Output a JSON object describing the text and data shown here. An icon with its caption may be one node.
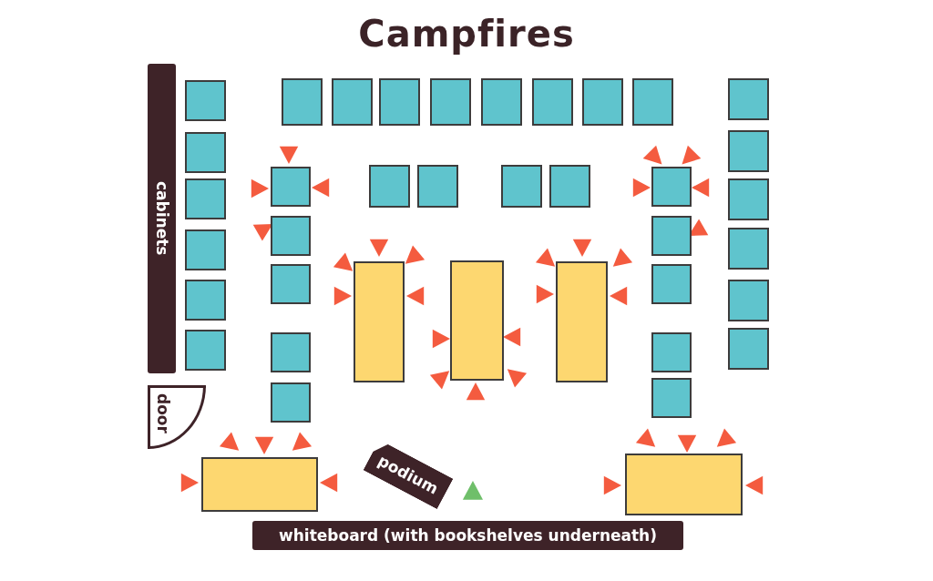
{
  "diagram": {
    "title": "Campfires",
    "nodes": [
      {
        "text": [
          "cabinets"
        ]
      },
      {
        "text": [
          "door"
        ]
      },
      {
        "text": [
          "podium"
        ]
      },
      {
        "text": [
          "whiteboard (with bookshelves underneath)"
        ]
      },
      {
        "text": [],
        "shape": "box"
      },
      {
        "text": [],
        "shape": "box"
      },
      {
        "text": [],
        "shape": "box"
      },
      {
        "text": [],
        "shape": "box"
      },
      {
        "text": [],
        "shape": "box"
      },
      {
        "text": [],
        "shape": "box"
      },
      {
        "text": [],
        "shape": "box"
      },
      {
        "text": [],
        "shape": "box"
      },
      {
        "text": [],
        "shape": "box"
      },
      {
        "text": [],
        "shape": "box"
      },
      {
        "text": [],
        "shape": "box"
      },
      {
        "text": [],
        "shape": "box"
      },
      {
        "text": [],
        "shape": "box"
      },
      {
        "text": [],
        "shape": "box"
      },
      {
        "text": [],
        "shape": "box"
      },
      {
        "text": [],
        "shape": "box"
      },
      {
        "text": [],
        "shape": "box"
      },
      {
        "text": [],
        "shape": "box"
      },
      {
        "text": [],
        "shape": "box"
      },
      {
        "text": [],
        "shape": "box"
      },
      {
        "text": [],
        "shape": "box"
      },
      {
        "text": [],
        "shape": "box"
      },
      {
        "text": [],
        "shape": "box"
      },
      {
        "text": [],
        "shape": "box"
      },
      {
        "text": [],
        "shape": "box"
      },
      {
        "text": [],
        "shape": "box"
      },
      {
        "text": [],
        "shape": "box"
      },
      {
        "text": [],
        "shape": "box"
      },
      {
        "text": [],
        "shape": "box"
      },
      {
        "text": [],
        "shape": "box"
      },
      {
        "text": [],
        "shape": "box"
      },
      {
        "text": [],
        "shape": "box"
      },
      {
        "text": [],
        "shape": "box"
      },
      {
        "text": [],
        "shape": "box"
      },
      {
        "text": [],
        "shape": "box"
      },
      {
        "text": [],
        "shape": "box"
      },
      {
        "text": [],
        "shape": "box"
      },
      {
        "text": [],
        "shape": "box"
      },
      {
        "text": [],
        "shape": "box"
      }
    ]
  }
}
